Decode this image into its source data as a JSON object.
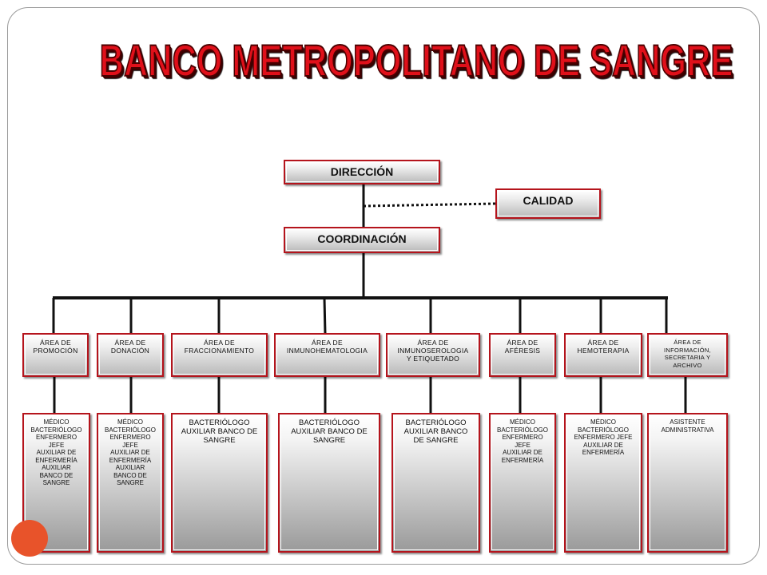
{
  "title": "BANCO METROPOLITANO DE SANGRE",
  "top": {
    "direccion": "DIRECCIÓN",
    "calidad": "CALIDAD",
    "coordinacion": "COORDINACIÓN"
  },
  "areas": [
    {
      "label": "ÁREA DE\nPROMOCIÓN",
      "staff": "MÉDICO\nBACTERIÓLOGO\nENFERMERO\nJEFE\nAUXILIAR DE\nENFERMERÍA\nAUXILIAR\nBANCO DE\nSANGRE"
    },
    {
      "label": "ÁREA DE\nDONACIÓN",
      "staff": "MÉDICO\nBACTERIÓLOGO\nENFERMERO\nJEFE\nAUXILIAR DE\nENFERMERÍA\nAUXILIAR\nBANCO DE\nSANGRE"
    },
    {
      "label": "ÁREA DE\nFRACCIONAMIENTO",
      "staff": "BACTERIÓLOGO\nAUXILIAR BANCO DE\nSANGRE"
    },
    {
      "label": "ÁREA DE\nINMUNOHEMATOLOGIA",
      "staff": "BACTERIÓLOGO\nAUXILIAR BANCO DE\nSANGRE"
    },
    {
      "label": "ÁREA DE\nINMUNOSEROLOGIA\nY ETIQUETADO",
      "staff": "BACTERIÓLOGO\nAUXILIAR BANCO\nDE SANGRE"
    },
    {
      "label": "ÁREA DE\nAFÉRESIS",
      "staff": "MÉDICO\nBACTERIÓLOGO\nENFERMERO\nJEFE\nAUXILIAR DE\nENFERMERÍA"
    },
    {
      "label": "ÁREA DE\nHEMOTERAPIA",
      "staff": "MÉDICO\nBACTERIÓLOGO\nENFERMERO JEFE\nAUXILIAR DE\nENFERMERÍA"
    },
    {
      "label": "ÁREA DE\nINFORMACIÓN,\nSECRETARIA Y\nARCHIVO",
      "staff": "ASISTENTE\nADMINISTRATIVA"
    }
  ],
  "colors": {
    "title": "#e0101a",
    "box_border": "#b5141c",
    "connector": "#111111",
    "accent_circle": "#e8532a"
  }
}
